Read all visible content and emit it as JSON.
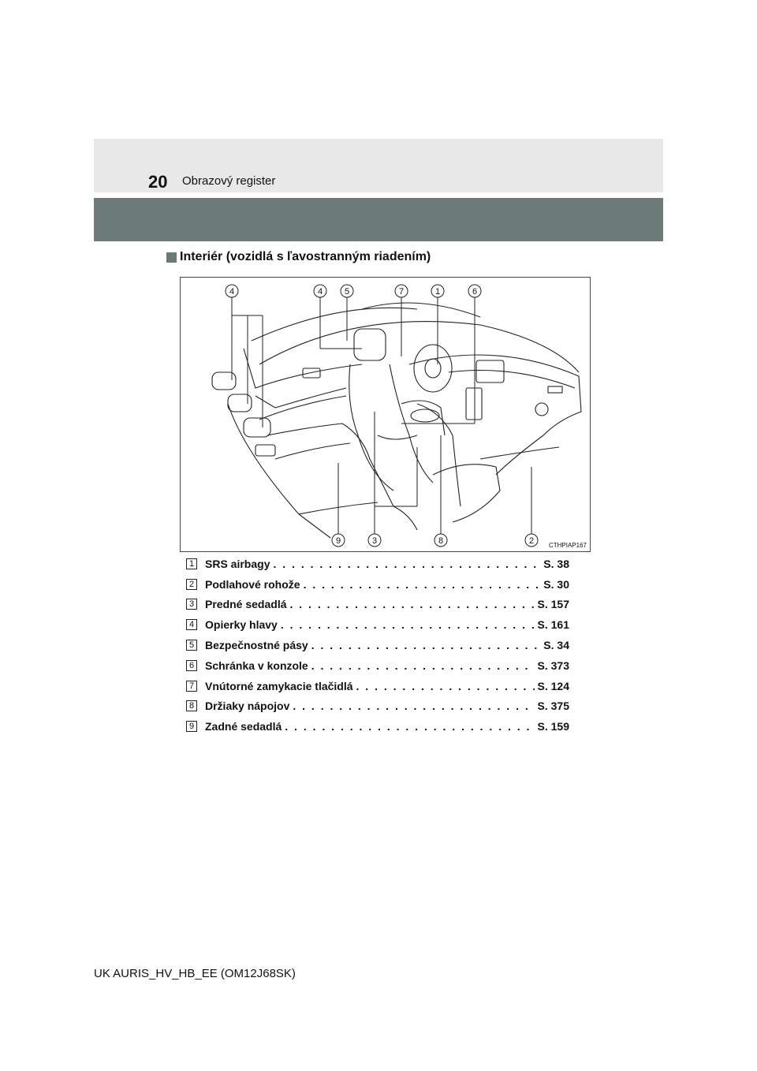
{
  "header": {
    "page_number": "20",
    "section_title": "Obrazový register"
  },
  "heading": "Interiér (vozidlá s ľavostranným riadením)",
  "figure": {
    "code": "CTHPIAP167",
    "callouts_top": [
      "4",
      "4",
      "5",
      "7",
      "1",
      "6"
    ],
    "callouts_bottom": [
      "9",
      "3",
      "8",
      "2"
    ]
  },
  "items": [
    {
      "num": "1",
      "label": "SRS airbagy",
      "page": "S. 38"
    },
    {
      "num": "2",
      "label": "Podlahové rohože",
      "page": "S. 30"
    },
    {
      "num": "3",
      "label": "Predné sedadlá",
      "page": "S. 157"
    },
    {
      "num": "4",
      "label": "Opierky hlavy",
      "page": "S. 161"
    },
    {
      "num": "5",
      "label": "Bezpečnostné pásy",
      "page": "S. 34"
    },
    {
      "num": "6",
      "label": "Schránka v konzole",
      "page": "S. 373"
    },
    {
      "num": "7",
      "label": "Vnútorné zamykacie tlačidlá",
      "page": "S. 124"
    },
    {
      "num": "8",
      "label": "Držiaky nápojov",
      "page": "S. 375"
    },
    {
      "num": "9",
      "label": "Zadné sedadlá",
      "page": "S. 159"
    }
  ],
  "footer": "UK AURIS_HV_HB_EE (OM12J68SK)"
}
